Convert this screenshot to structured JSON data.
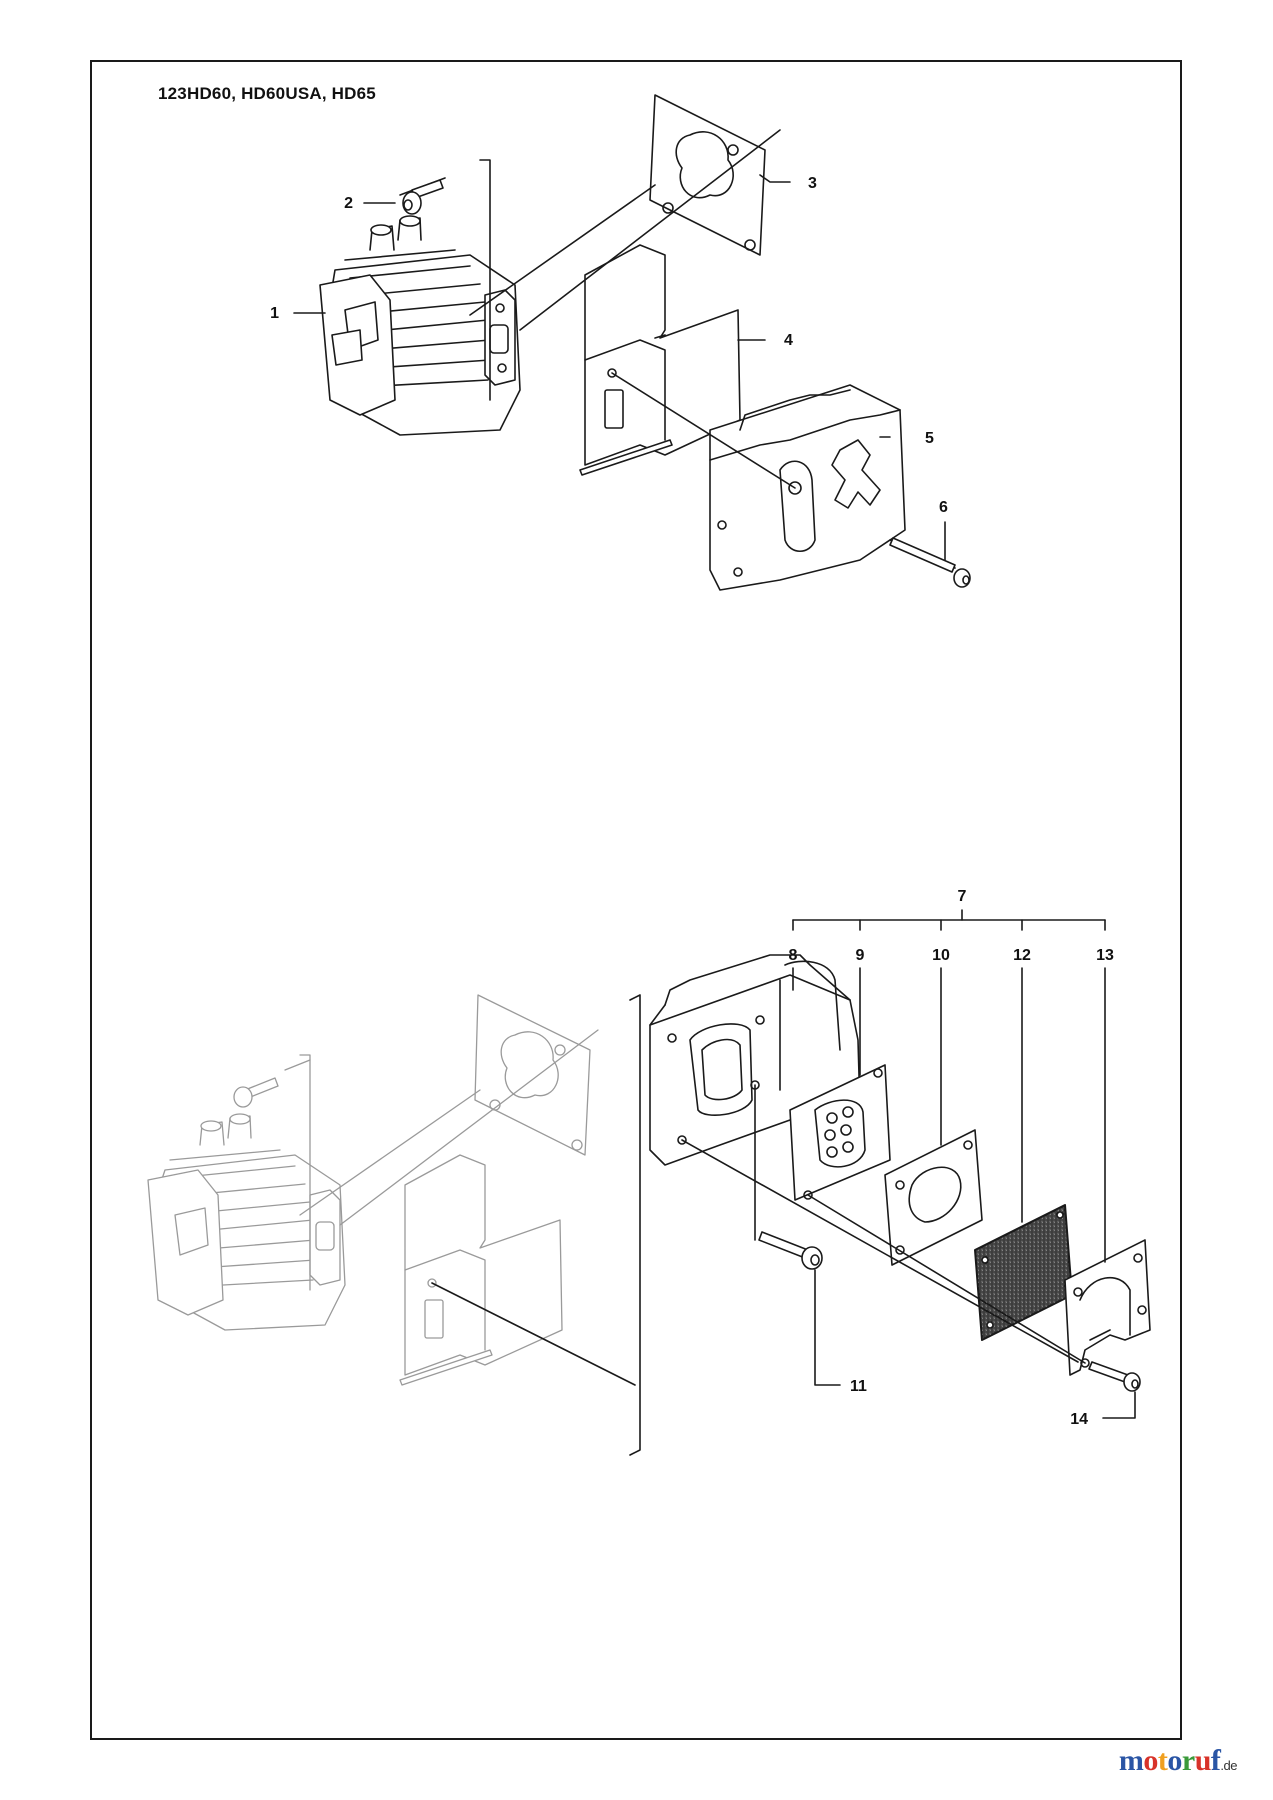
{
  "title": "123HD60, HD60USA, HD65",
  "labels": {
    "l1": "1",
    "l2": "2",
    "l3": "3",
    "l4": "4",
    "l5": "5",
    "l6": "6",
    "l7": "7",
    "l8": "8",
    "l9": "9",
    "l10": "10",
    "l11": "11",
    "l12": "12",
    "l13": "13",
    "l14": "14"
  },
  "brand": {
    "letters": [
      "m",
      "o",
      "t",
      "o",
      "r",
      "u",
      "f"
    ],
    "colors": [
      "#2a55a5",
      "#d8332a",
      "#f0a020",
      "#2a55a5",
      "#3a9a3a",
      "#d8332a",
      "#2a55a5"
    ],
    "suffix": ".de"
  }
}
